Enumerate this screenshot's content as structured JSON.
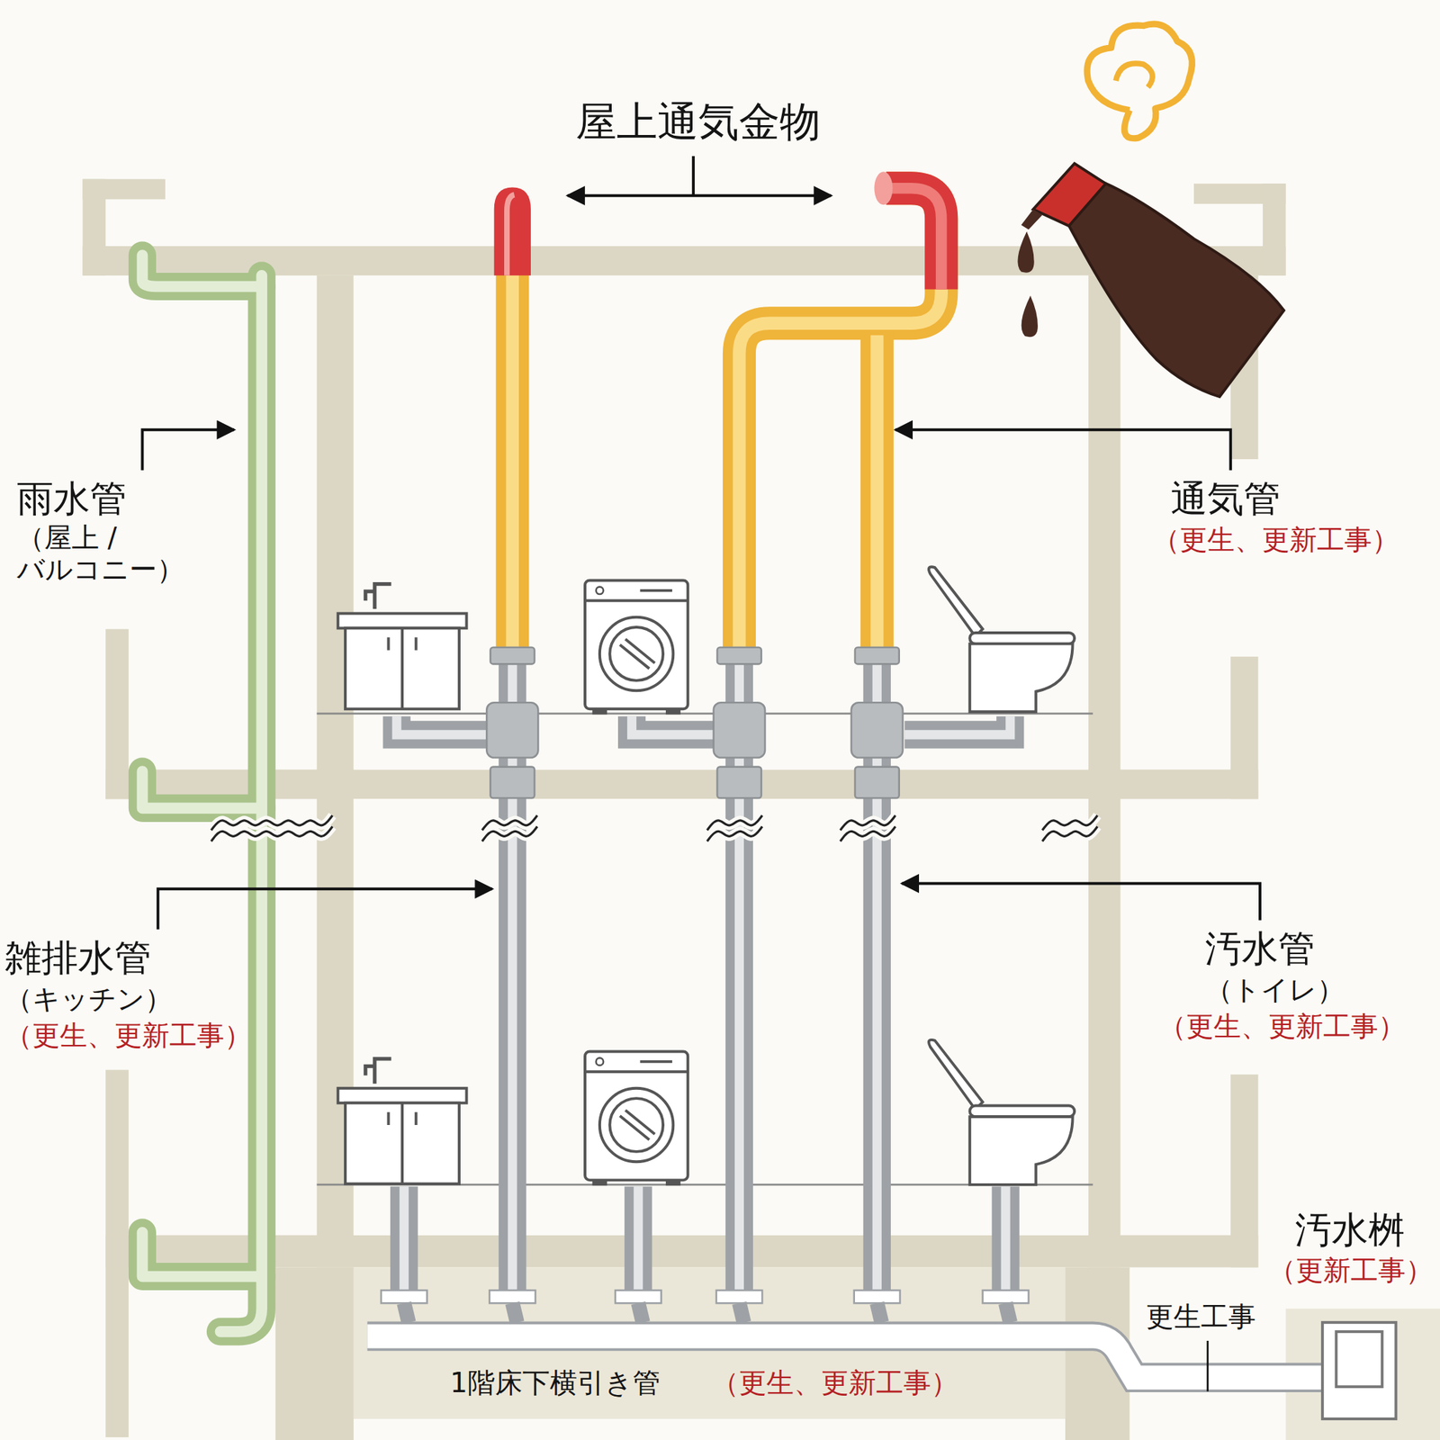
{
  "diagram": {
    "labels": [
      "屋上通気金物",
      "雨水管",
      "（屋上 / バルコニー）",
      "通気管",
      "（更生、更新工事）",
      "雑排水管",
      "（キッチン）",
      "（更生、更新工事）",
      "汚水管",
      "（トイレ）",
      "（更生、更新工事）",
      "汚水桝",
      "（更新工事）",
      "更生工事",
      "1階床下横引き管",
      "（更生、更新工事）"
    ]
  }
}
